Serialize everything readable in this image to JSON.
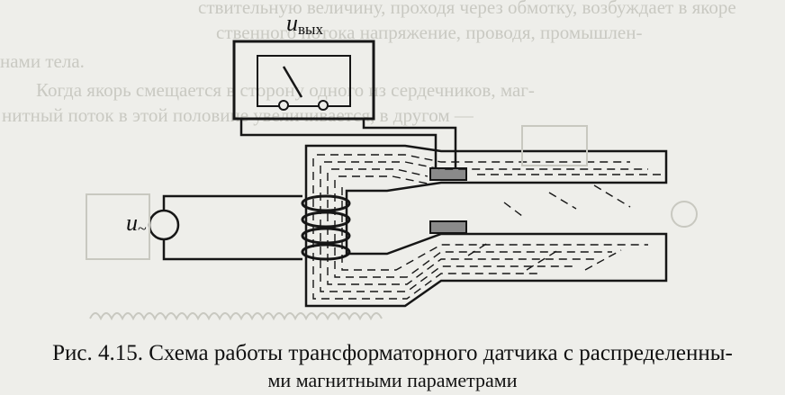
{
  "labels": {
    "output_voltage_main": "u",
    "output_voltage_sub": "вых",
    "input_voltage_main": "u",
    "input_voltage_sub": "~"
  },
  "caption": {
    "line1": "Рис. 4.15. Схема работы трансформаторного датчика с распределенны-",
    "line2": "ми магнитными параметрами"
  },
  "background_text": {
    "line1": "ствительную величину, проходя через обмотку, возбуждает в якоре",
    "line2": "ственного потока напряжение, проводя, промышлен-",
    "line3": "нами тела.",
    "line4": "Когда якорь смещается в сторону одного из сердечников, маг-",
    "line5": "нитный поток в этой половине увеличивается, в другом —"
  },
  "colors": {
    "line": "#161616",
    "sensor_pad": "#8a8a8a",
    "background": "#eeeeea"
  }
}
